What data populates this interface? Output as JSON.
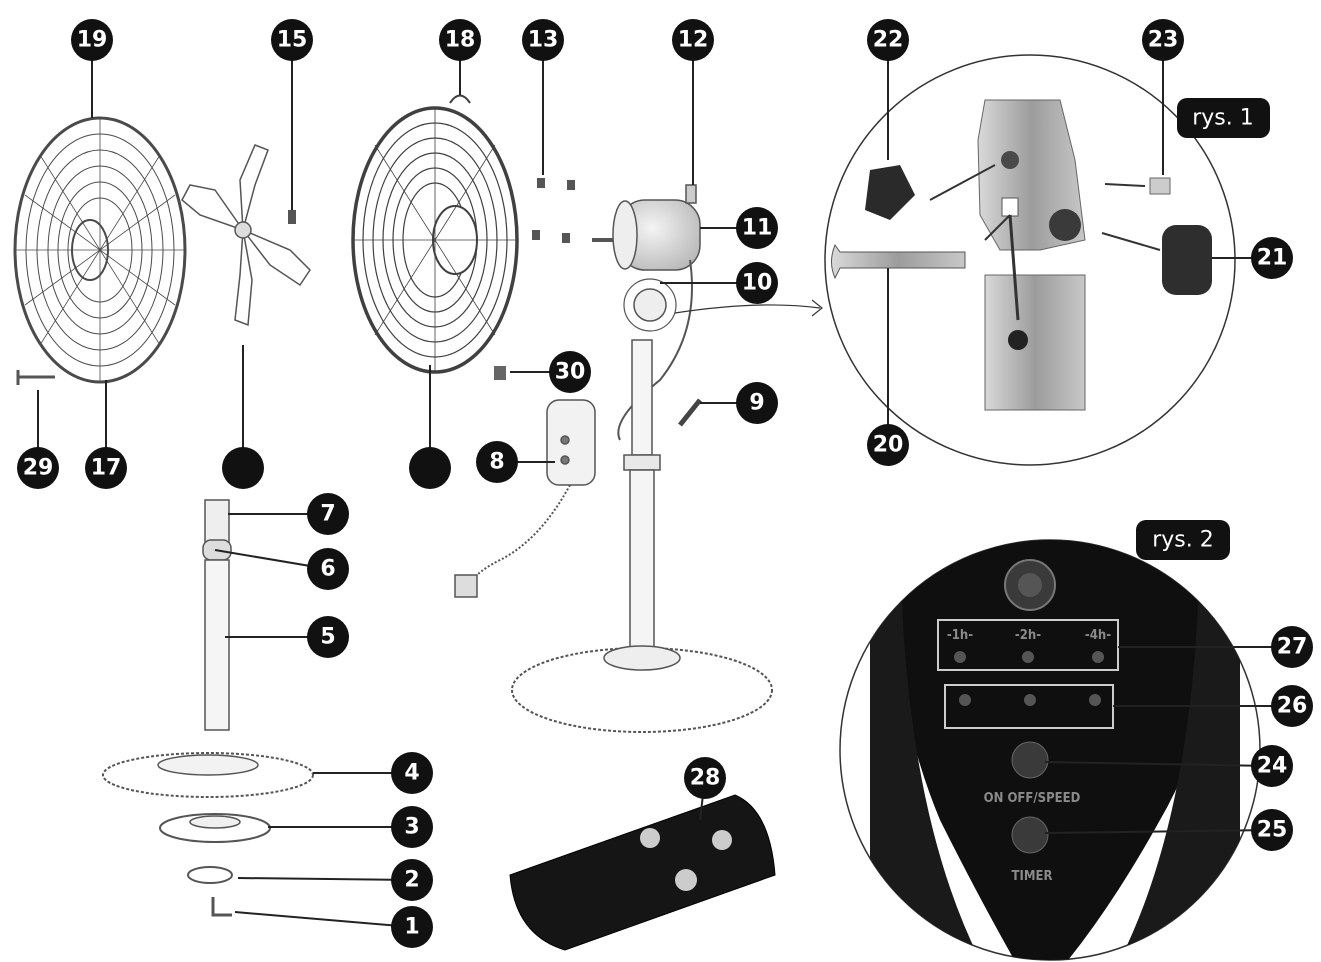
{
  "figures": {
    "fig1_label": "rys. 1",
    "fig2_label": "rys. 2"
  },
  "panel": {
    "onoff_speed": "ON OFF/SPEED",
    "timer": "TIMER",
    "timer_1h": "-1h-",
    "timer_2h": "-2h-",
    "timer_4h": "-4h-"
  },
  "callouts": {
    "c1": "1",
    "c2": "2",
    "c3": "3",
    "c4": "4",
    "c5": "5",
    "c6": "6",
    "c7": "7",
    "c8": "8",
    "c9": "9",
    "c10": "10",
    "c11": "11",
    "c12": "12",
    "c13": "13",
    "c15": "15",
    "c17": "17",
    "c18": "18",
    "c19": "19",
    "c20": "20",
    "c21": "21",
    "c22": "22",
    "c23": "23",
    "c24": "24",
    "c25": "25",
    "c26": "26",
    "c27": "27",
    "c28": "28",
    "c29": "29",
    "c30": "30"
  },
  "colors": {
    "callout_fill": "#111111",
    "line": "#222222",
    "sketch": "#555555",
    "panel_dark": "#0f0f0f"
  }
}
